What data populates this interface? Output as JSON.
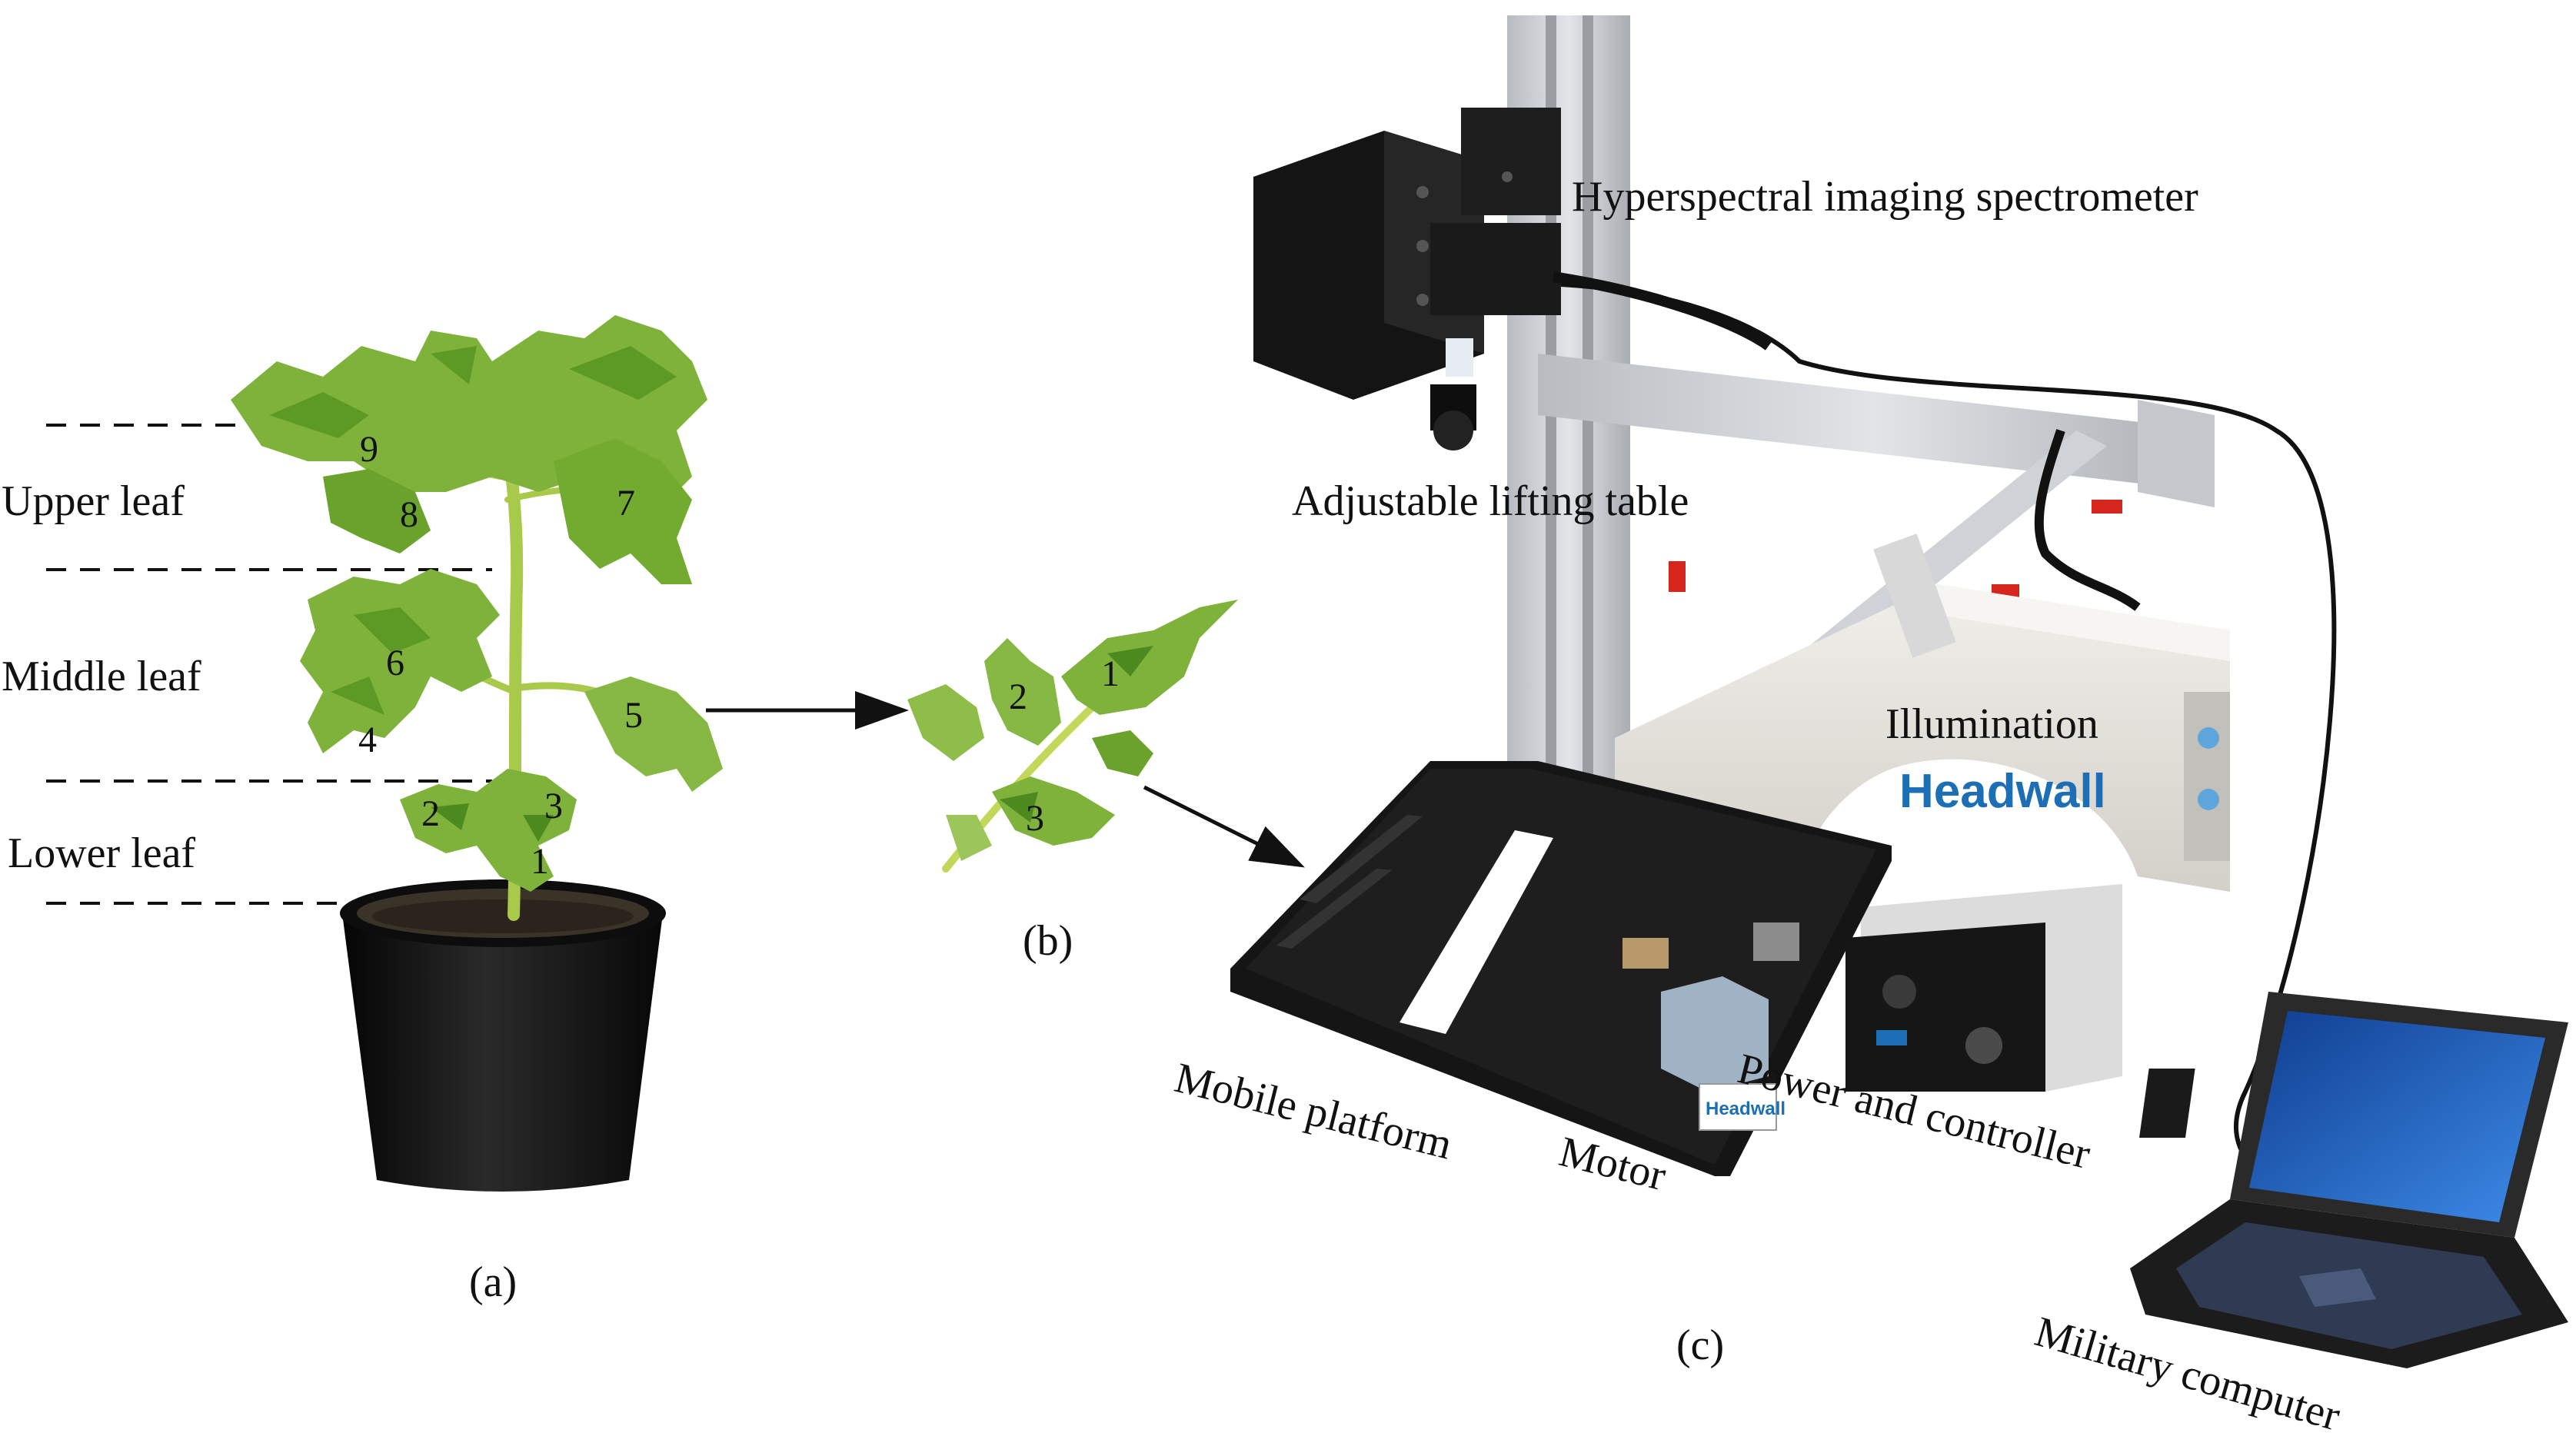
{
  "panels": {
    "a": "(a)",
    "b": "(b)",
    "c": "(c)"
  },
  "plant": {
    "levels": {
      "upper": "Upper leaf",
      "middle": "Middle leaf",
      "lower": "Lower leaf"
    },
    "leaf_numbers": [
      "1",
      "2",
      "3",
      "4",
      "5",
      "6",
      "7",
      "8",
      "9"
    ]
  },
  "compound_leaf": {
    "leaflet_numbers": [
      "1",
      "2",
      "3"
    ]
  },
  "system": {
    "labels": {
      "spectrometer": "Hyperspectral imaging spectrometer",
      "lifting_table": "Adjustable lifting table",
      "illumination": "Illumination",
      "mobile_platform": "Mobile platform",
      "motor": "Motor",
      "power_controller": "Power and controller",
      "computer": "Military computer"
    },
    "brand": "Headwall"
  },
  "colors": {
    "leaf": "#7fb23a",
    "leaf_dark": "#4d8a1f",
    "stem": "#a9c94a",
    "frame": "#c9ccd0",
    "camera": "#141414",
    "housing": "#e6e4df",
    "platform": "#1a1a1a",
    "brand_blue": "#1c6fb5",
    "accent_red": "#d5261e",
    "screen_blue": "#2b6fd1"
  }
}
